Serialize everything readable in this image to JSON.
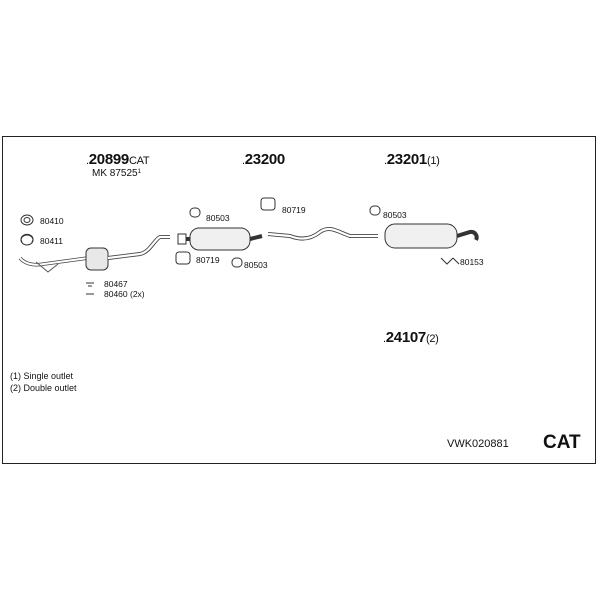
{
  "parts": {
    "p20899": {
      "prefix": ".",
      "number": "20899",
      "suffix": "CAT"
    },
    "mk": {
      "text": "MK 87525",
      "sup": "1"
    },
    "p23200": {
      "prefix": ".",
      "number": "23200"
    },
    "p23201": {
      "prefix": ".",
      "number": "23201",
      "suffix": "(1)"
    },
    "p24107": {
      "prefix": ".",
      "number": "24107",
      "suffix": "(2)"
    }
  },
  "small_parts": {
    "c80410": "80410",
    "c80411": "80411",
    "c80467": "80467",
    "c80460": "80460 (2x)",
    "c80503a": "80503",
    "c80719a": "80719",
    "c80719b": "80719",
    "c80503b": "80503",
    "c80503c": "80503",
    "c80153": "80153"
  },
  "notes": [
    "(1) Single outlet",
    "(2) Double outlet"
  ],
  "kit_code": "VWK020881",
  "kit_type": "CAT"
}
